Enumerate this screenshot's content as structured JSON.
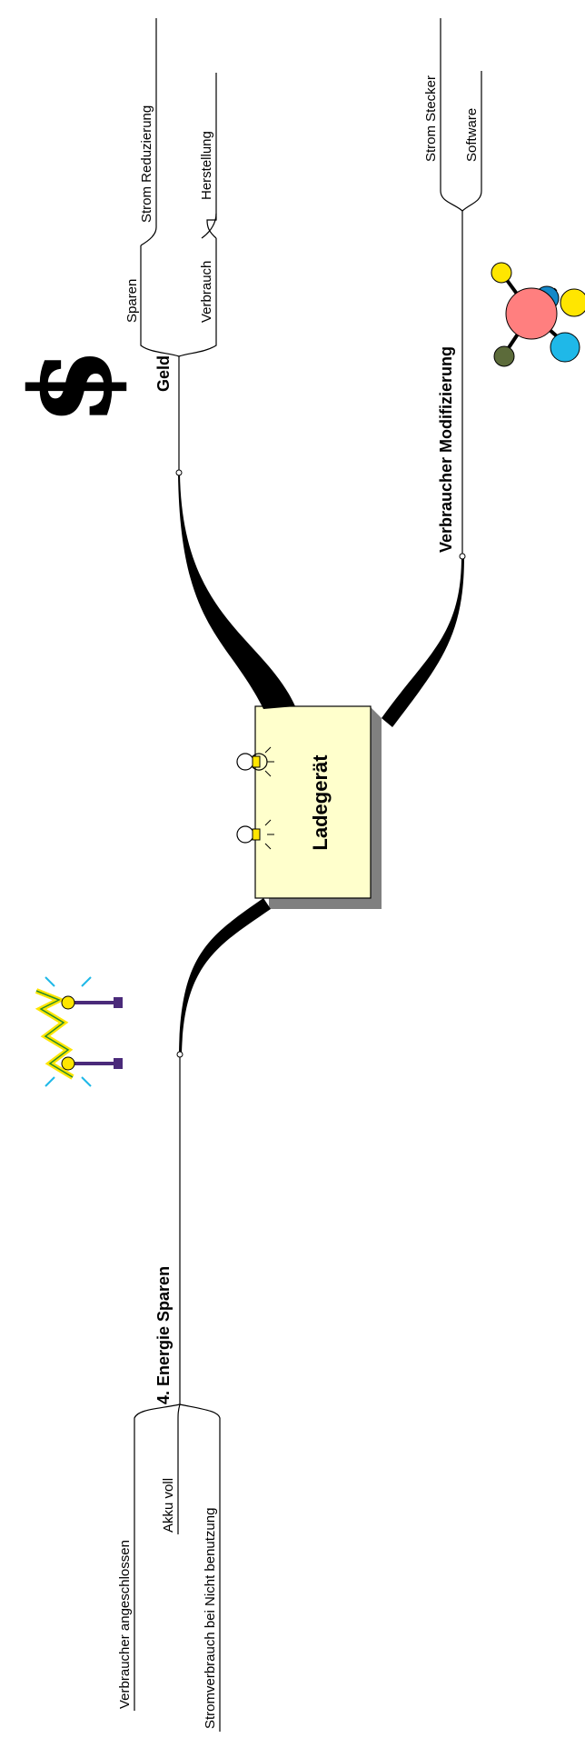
{
  "central_topic": "Ladegerät",
  "branches": {
    "geld": {
      "title": "Geld",
      "icon": "dollar-icon",
      "children": [
        {
          "label": "Sparen",
          "children": [
            "Strom Reduzierung"
          ]
        },
        {
          "label": "Verbrauch",
          "children": [
            "Herstellung"
          ]
        }
      ]
    },
    "verbraucher_modifizierung": {
      "title": "Verbraucher Modifizierung",
      "icon": "molecule-icon",
      "children": [
        "Strom Stecker",
        "Software"
      ]
    },
    "energie_sparen": {
      "title": "4. Energie Sparen",
      "icon": "electricity-icon",
      "children": [
        "Verbraucher angeschlossen",
        "Akku voll",
        "Stromverbrauch bei Nicht benutzung"
      ]
    }
  },
  "colors": {
    "central_fill": "#ffffcc",
    "central_shadow": "#808080",
    "dollar_fill": "#ffd200",
    "molecule_center": "#ff7f7f",
    "molecule_yellow": "#ffe600",
    "molecule_cyan": "#1fb8e8",
    "molecule_blue": "#1488c8",
    "molecule_olive": "#5c6b3a"
  }
}
